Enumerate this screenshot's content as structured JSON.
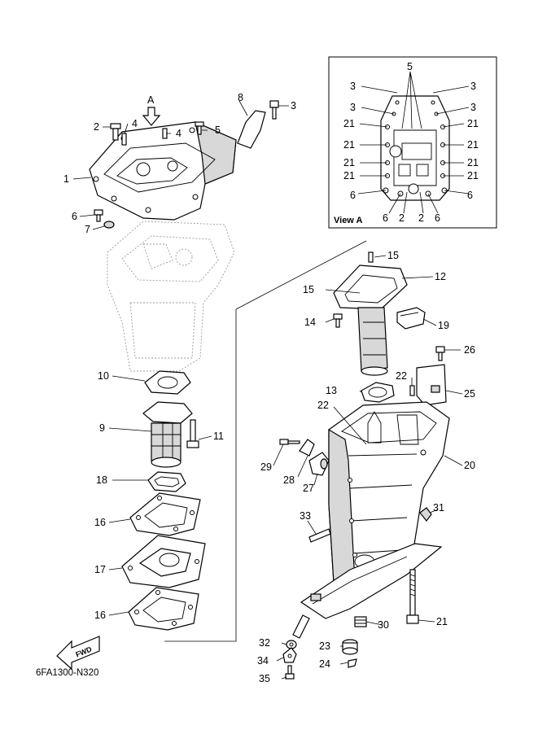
{
  "labels": {
    "l1": "1",
    "l2": "2",
    "l3": "3",
    "l4a": "4",
    "l4b": "4",
    "l5": "5",
    "l6": "6",
    "l7": "7",
    "l8": "8",
    "lA": "A",
    "l9": "9",
    "l10": "10",
    "l11": "11",
    "l12": "12",
    "l13": "13",
    "l14": "14",
    "l15a": "15",
    "l15b": "15",
    "l16a": "16",
    "l16b": "16",
    "l17": "17",
    "l18": "18",
    "l19": "19",
    "l20": "20",
    "l21": "21",
    "l22a": "22",
    "l22b": "22",
    "l23": "23",
    "l24": "24",
    "l25": "25",
    "l26": "26",
    "l27": "27",
    "l28": "28",
    "l29": "29",
    "l30": "30",
    "l31": "31",
    "l32": "32",
    "l33": "33",
    "l34": "34",
    "l35": "35"
  },
  "view_a": {
    "caption": "View A",
    "l5": "5",
    "l3a": "3",
    "l3b": "3",
    "l3c": "3",
    "l3d": "3",
    "l21a": "21",
    "l21b": "21",
    "l21c": "21",
    "l21d": "21",
    "l21e": "21",
    "l21f": "21",
    "l21g": "21",
    "l21h": "21",
    "l6a": "6",
    "l6b": "6",
    "l6c": "6",
    "l6d": "6",
    "l2a": "2",
    "l2b": "2"
  },
  "fwd_label": "FWD",
  "diagram_code": "6FA1300-N320",
  "icons": {
    "direction_arrow": "down-arrow-icon",
    "forward_arrow": "fwd-arrow-icon"
  }
}
